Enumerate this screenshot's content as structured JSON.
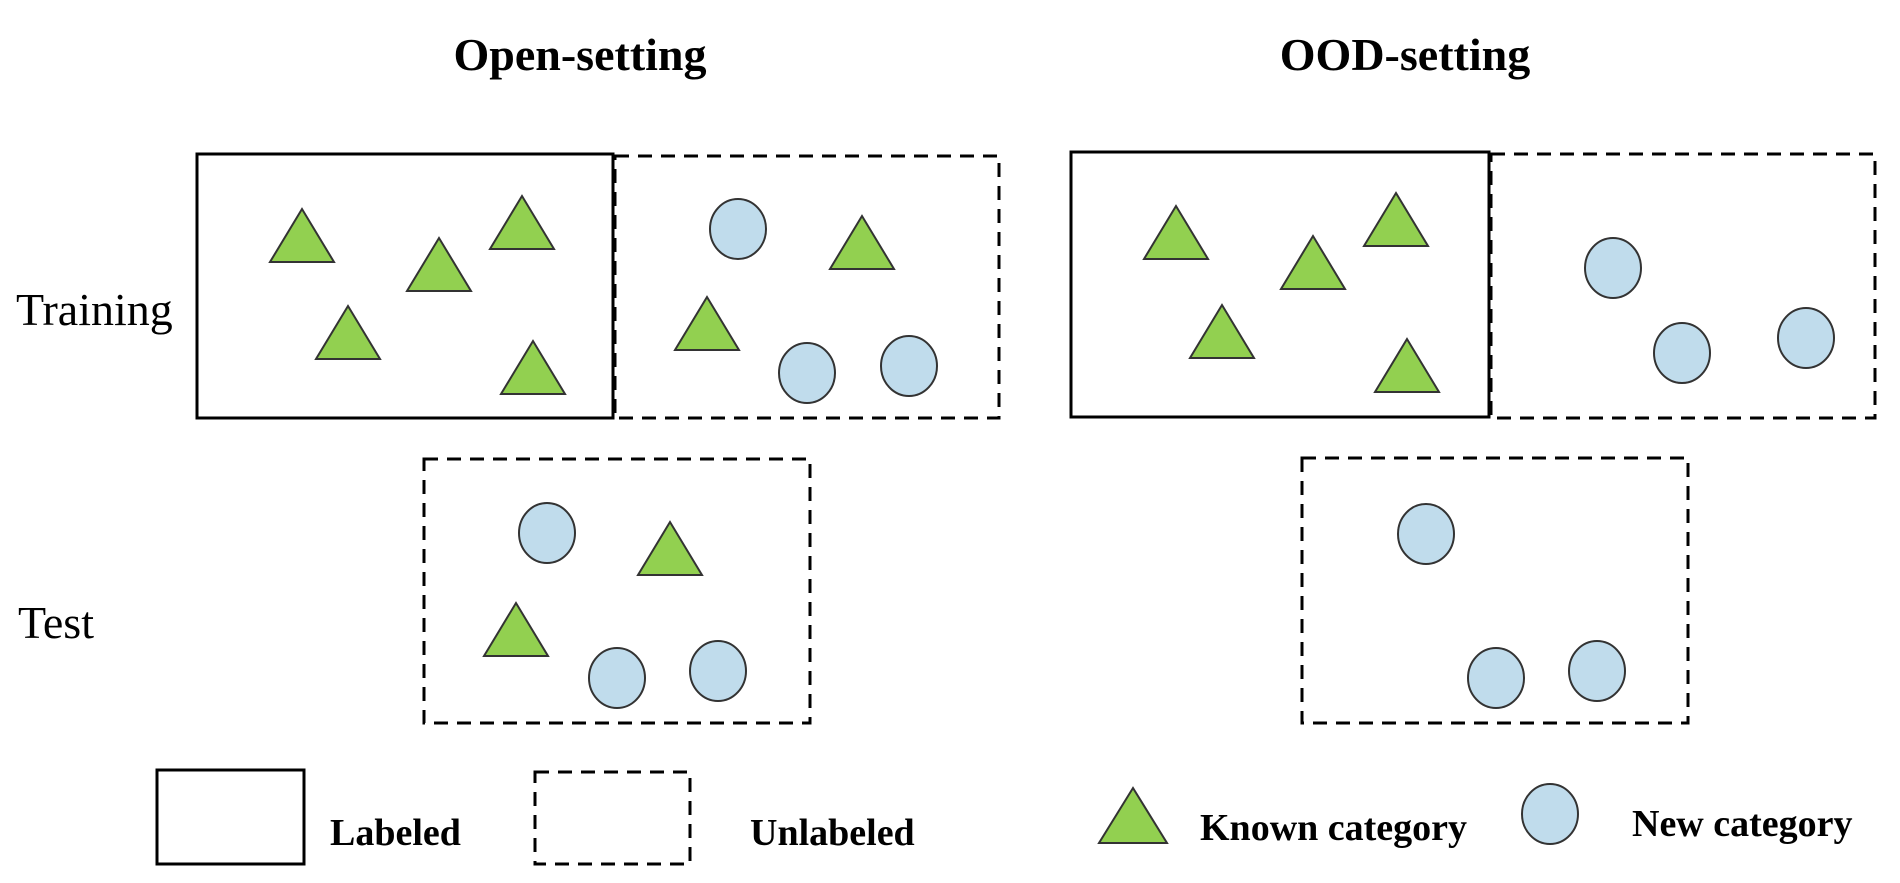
{
  "titles": {
    "open_setting": "Open-setting",
    "ood_setting": "OOD-setting"
  },
  "row_labels": {
    "training": "Training",
    "test": "Test"
  },
  "legend": {
    "labeled": "Labeled",
    "unlabeled": "Unlabeled",
    "known_category": "Known category",
    "new_category": "New category"
  },
  "colors": {
    "known_category_fill": "#92d050",
    "new_category_fill": "#c0dcec",
    "shape_stroke": "#333333",
    "box_stroke": "#000000"
  },
  "panels": {
    "open_setting": {
      "training_labeled": {
        "known": 5,
        "new": 0
      },
      "training_unlabeled": {
        "known": 2,
        "new": 3
      },
      "test_unlabeled": {
        "known": 2,
        "new": 3
      }
    },
    "ood_setting": {
      "training_labeled": {
        "known": 5,
        "new": 0
      },
      "training_unlabeled": {
        "known": 0,
        "new": 3
      },
      "test_unlabeled": {
        "known": 0,
        "new": 3
      }
    }
  }
}
